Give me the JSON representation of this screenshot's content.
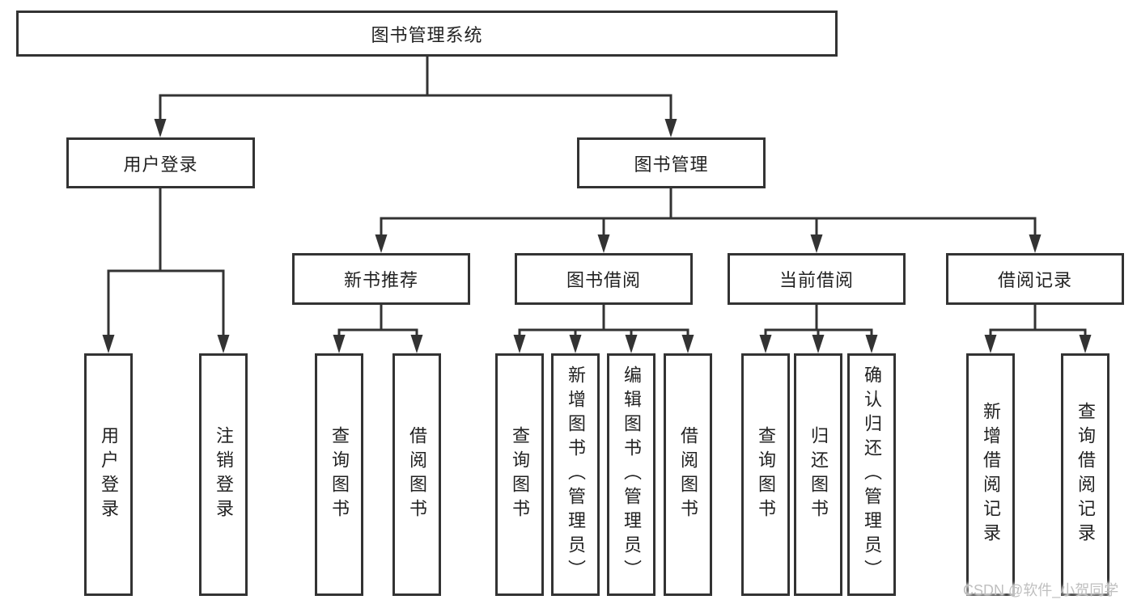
{
  "tree": {
    "root": {
      "label": "图书管理系统",
      "children": [
        {
          "label": "用户登录",
          "children": [
            {
              "label": "用户登录"
            },
            {
              "label": "注销登录"
            }
          ]
        },
        {
          "label": "图书管理",
          "children": [
            {
              "label": "新书推荐",
              "children": [
                {
                  "label": "查询图书"
                },
                {
                  "label": "借阅图书"
                }
              ]
            },
            {
              "label": "图书借阅",
              "children": [
                {
                  "label": "查询图书"
                },
                {
                  "label": "新增图书（管理员）"
                },
                {
                  "label": "编辑图书（管理员）"
                },
                {
                  "label": "借阅图书"
                }
              ]
            },
            {
              "label": "当前借阅",
              "children": [
                {
                  "label": "查询图书"
                },
                {
                  "label": "归还图书"
                },
                {
                  "label": "确认归还（管理员）"
                }
              ]
            },
            {
              "label": "借阅记录",
              "children": [
                {
                  "label": "新增借阅记录"
                },
                {
                  "label": "查询借阅记录"
                }
              ]
            }
          ]
        }
      ]
    }
  },
  "watermark": {
    "text": "CSDN @软件_小贺同学"
  },
  "style": {
    "line_color": "#333333",
    "text_color": "#222222",
    "background": "#ffffff",
    "watermark_color": "#bfbfbf"
  }
}
